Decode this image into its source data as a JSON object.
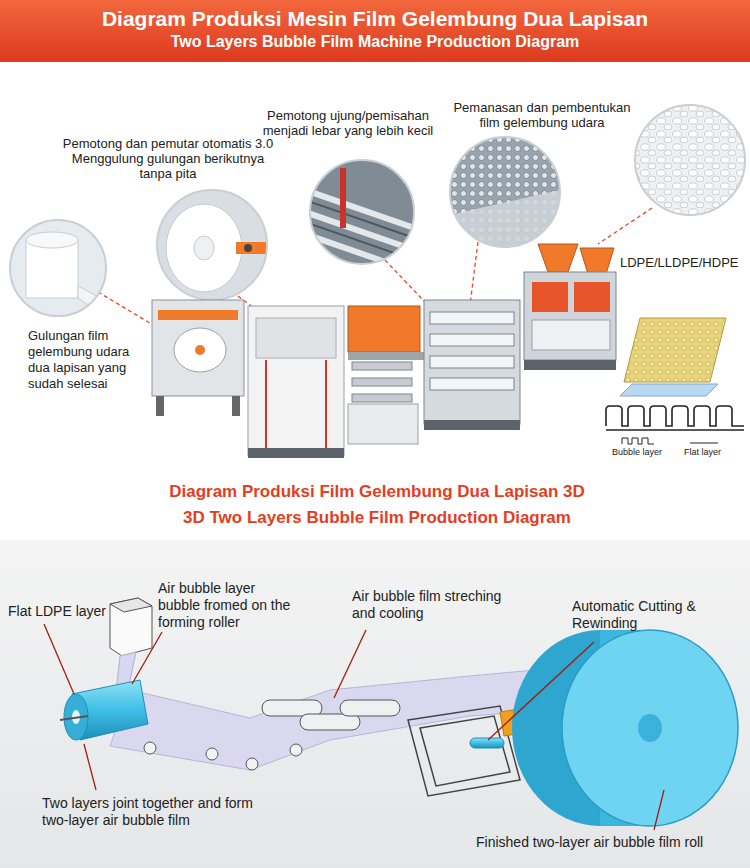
{
  "diagram": {
    "nodes": [
      {
        "text": [
          "Diagram Produksi Mesin Film Gelembung Dua Lapisan",
          "Two Layers Bubble Film Machine Production Diagram"
        ]
      }
    ],
    "labels": [
      "Pemotong ujung/pemisahan menjadi lebar yang lebih kecil",
      "Pemanasan dan pembentukan film gelembung udara",
      "Pemotong dan pemutar otomatis 3.0 Menggulung gulungan berikutnya tanpa pita",
      "LDPE/LLDPE/HDPE",
      "Gulungan film gelembung udara dua lapisan yang sudah selesai",
      "Bubble layer",
      "Flat layer",
      "Diagram Produksi Film Gelembung Dua Lapisan 3D",
      "3D Two Layers Bubble Film Production Diagram",
      "Flat LDPE layer",
      "Air bubble layer bubble fromed on the forming roller",
      "Air bubble film streching and cooling",
      "Automatic Cutting & Rewinding",
      "Two layers joint together and form two-layer air bubble film",
      "Finished two-layer air bubble film roll"
    ]
  }
}
